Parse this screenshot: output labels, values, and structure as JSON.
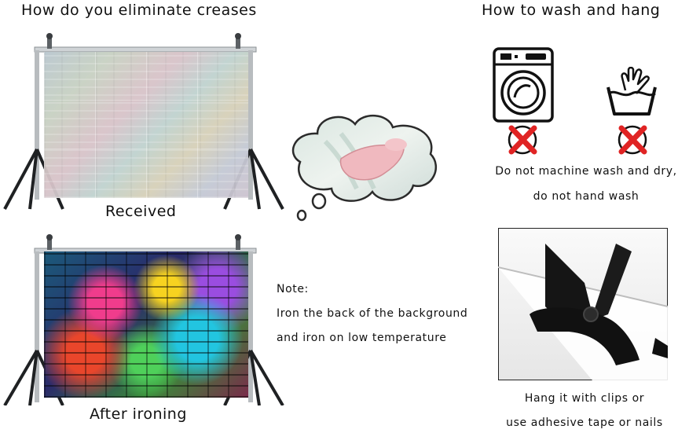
{
  "left": {
    "heading": "How do you eliminate creases",
    "received_caption": "Received",
    "after_caption": "After ironing"
  },
  "note": {
    "title": "Note:",
    "line1": "Iron the back of the background",
    "line2": "and iron on low temperature"
  },
  "right": {
    "heading": "How to wash and hang",
    "care_line1": "Do not machine wash and dry,",
    "care_line2": "do not hand wash",
    "hang_line1": "Hang it with clips or",
    "hang_line2": "use adhesive tape or nails"
  },
  "icons": [
    "washing-machine-icon",
    "hand-wash-icon",
    "prohibited-icon",
    "steamer-iron-icon",
    "clip-icon"
  ],
  "colors": {
    "prohibited_red": "#e02424",
    "text": "#111111"
  }
}
